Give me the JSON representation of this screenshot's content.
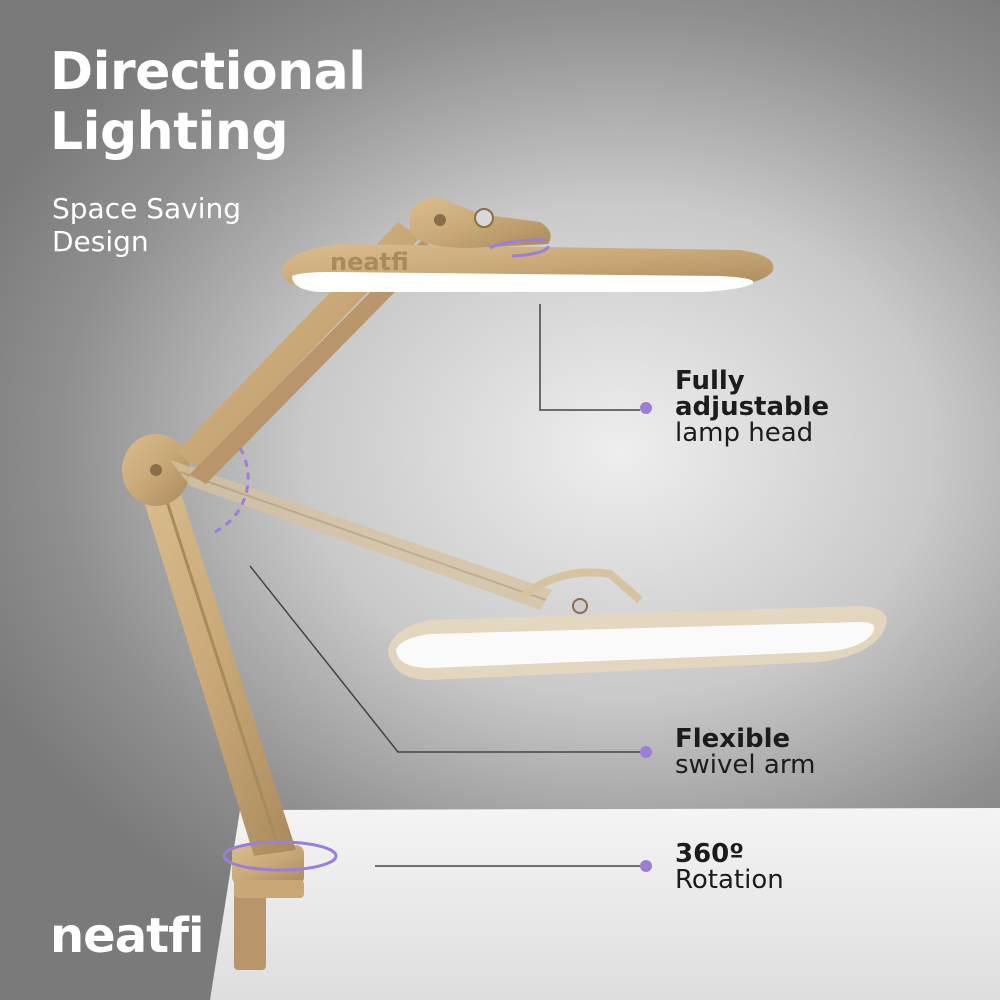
{
  "headline": {
    "line1": "Directional",
    "line2": "Lighting"
  },
  "subhead": {
    "line1": "Space Saving",
    "line2": "Design"
  },
  "callouts": [
    {
      "bold_lines": [
        "Fully",
        "adjustable"
      ],
      "light_lines": [
        "lamp head"
      ]
    },
    {
      "bold_lines": [
        "Flexible"
      ],
      "light_lines": [
        "swivel arm"
      ]
    },
    {
      "bold_lines": [
        "360º"
      ],
      "light_lines": [
        "Rotation"
      ]
    }
  ],
  "brand": "neatfi",
  "lamp_lettering": "neatfi",
  "colors": {
    "lamp_gold": "#c9a877",
    "accent_purple": "#9b7fd6",
    "leader_line": "#444444",
    "text_dark": "#1c1c1c",
    "text_light": "#ffffff"
  }
}
